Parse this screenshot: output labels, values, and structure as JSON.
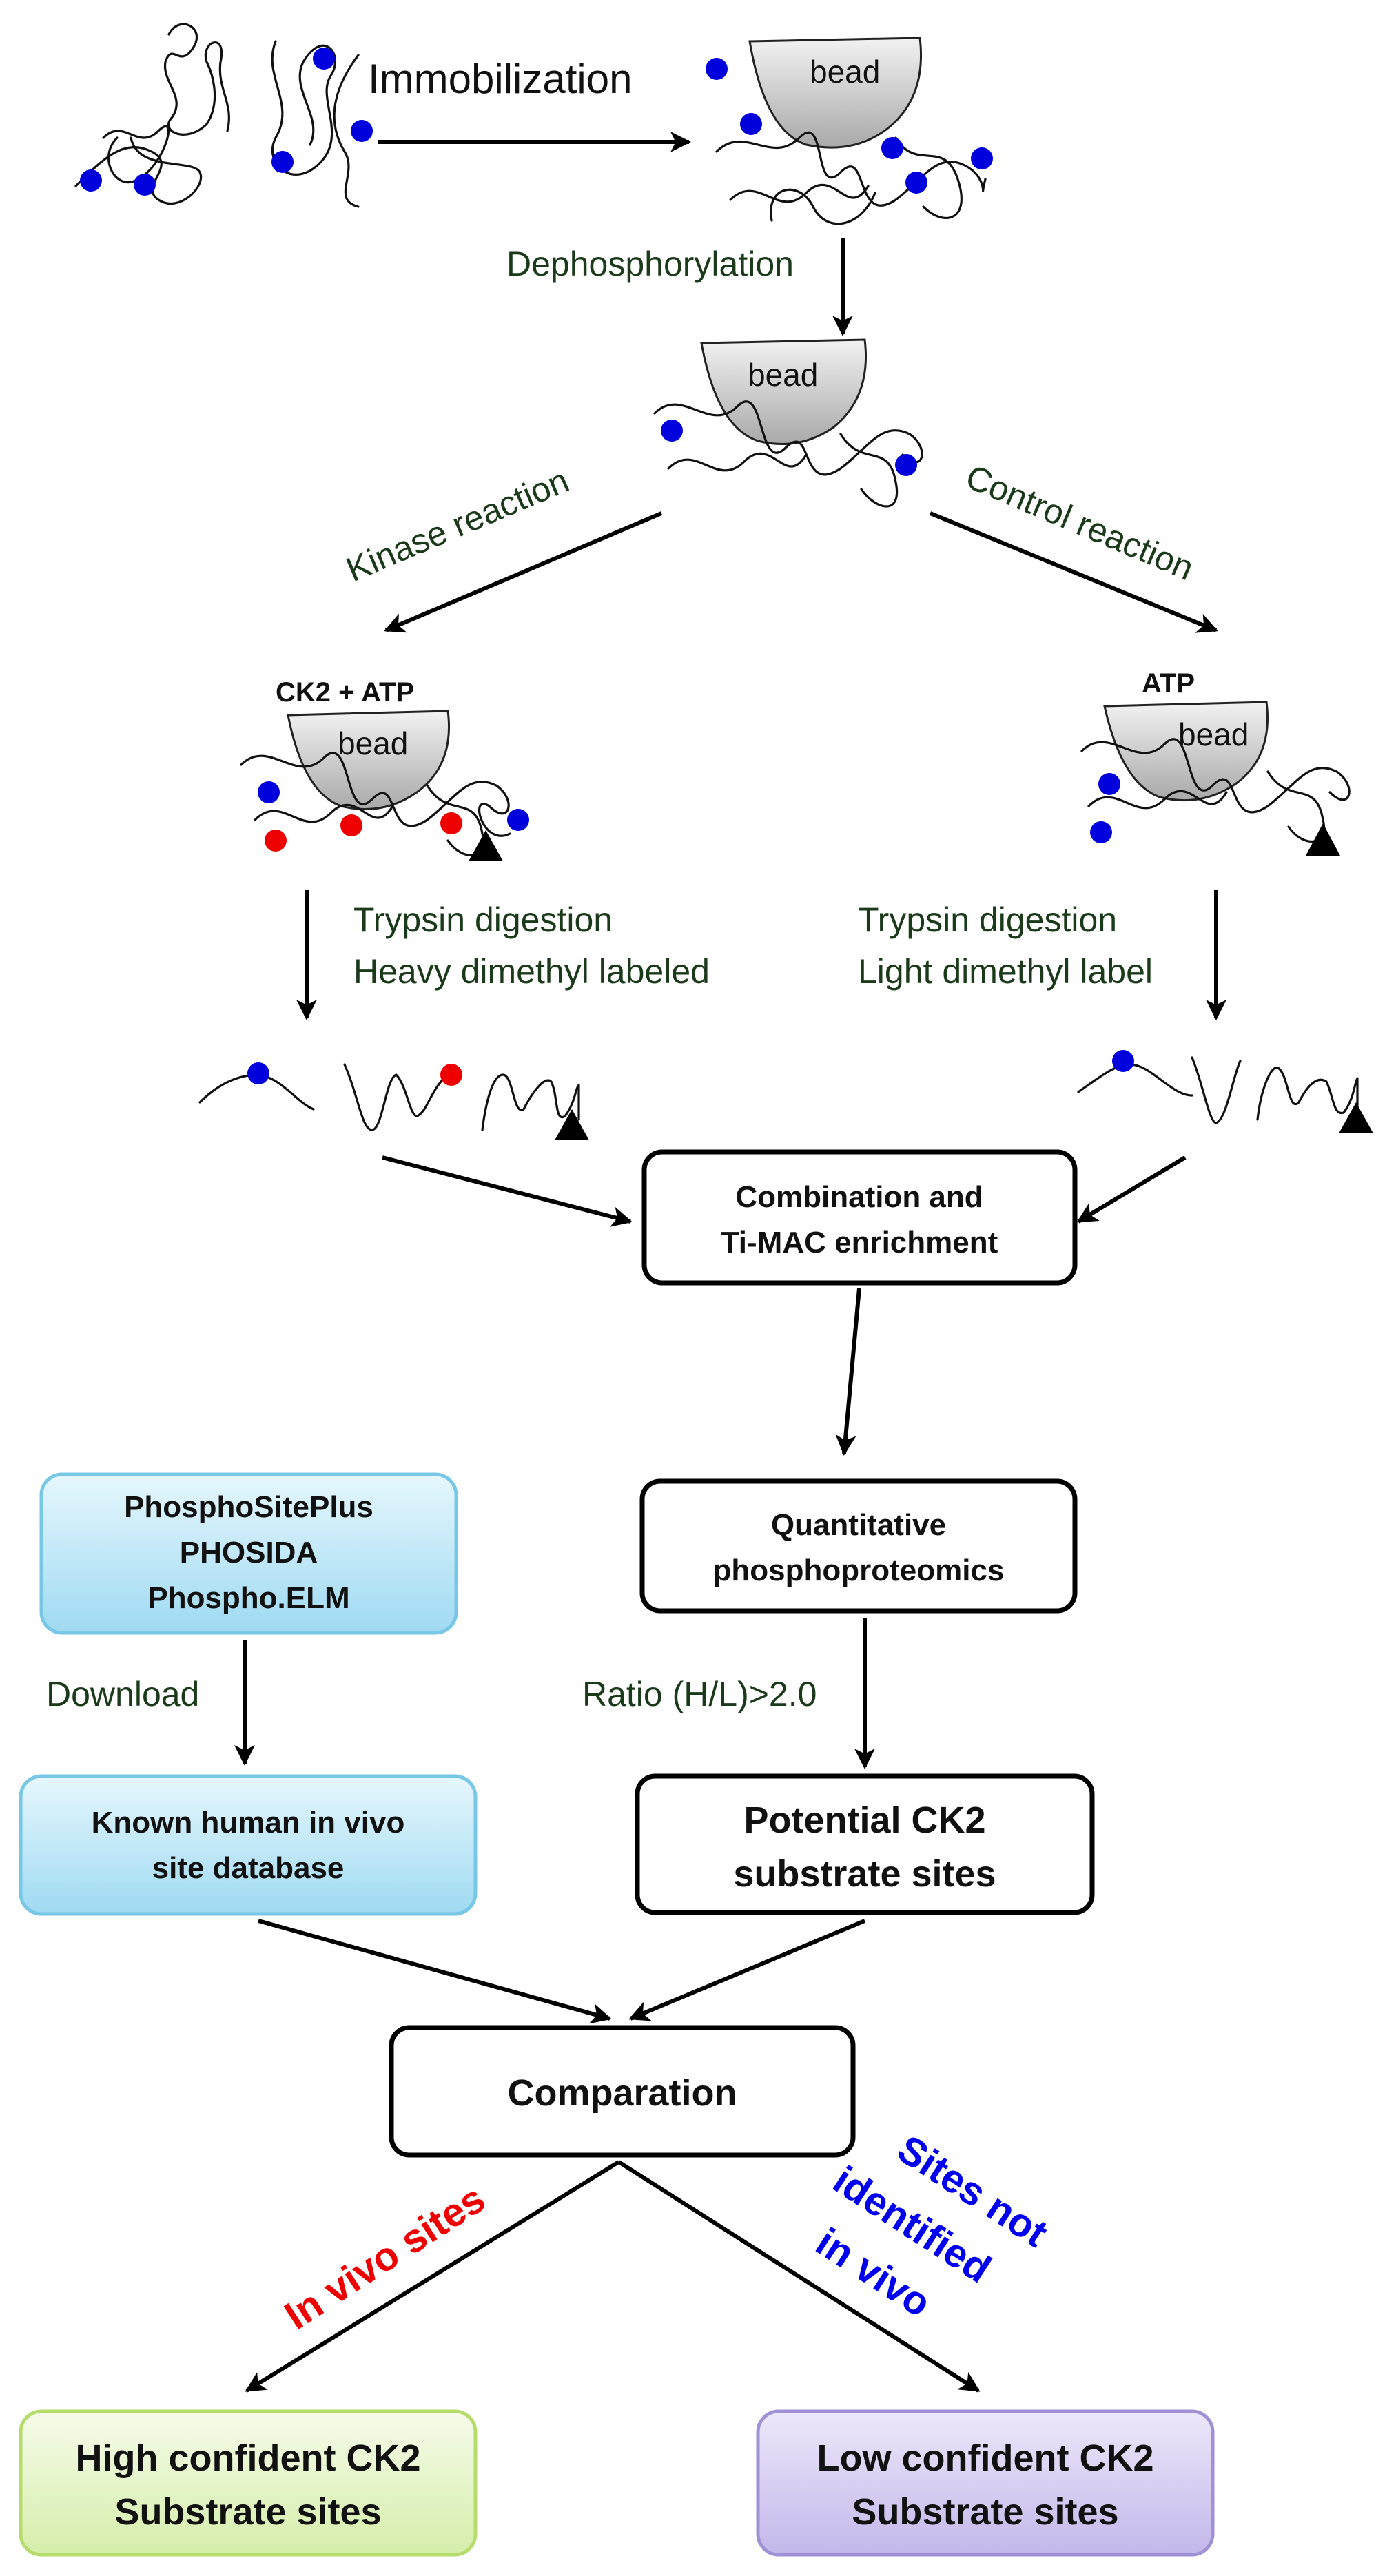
{
  "steps": {
    "immobilization": "Immobilization",
    "dephosphorylation": "Dephosphorylation",
    "kinase_reaction": "Kinase reaction",
    "control_reaction": "Control reaction",
    "kinase_condition": "CK2 + ATP",
    "control_condition": "ATP",
    "kinase_digest_1": "Trypsin digestion",
    "kinase_digest_2": "Heavy dimethyl labeled",
    "control_digest_1": "Trypsin  digestion",
    "control_digest_2": "Light dimethyl label",
    "download": "Download",
    "ratio": "Ratio (H/L)>2.0",
    "in_vivo_sites": "In vivo sites",
    "not_in_vivo_1": "Sites not",
    "not_in_vivo_2": "identified",
    "not_in_vivo_3": "in vivo"
  },
  "bead_label": "bead",
  "boxes": {
    "combination": [
      "Combination and",
      "Ti-MAC enrichment"
    ],
    "quantitative": [
      "Quantitative",
      "phosphoproteomics"
    ],
    "databases": [
      "PhosphoSitePlus",
      "PHOSIDA",
      "Phospho.ELM"
    ],
    "known_db": [
      "Known human in vivo",
      "site database"
    ],
    "potential": [
      "Potential CK2",
      "substrate sites"
    ],
    "comparation": [
      "Comparation"
    ],
    "high": [
      "High confident CK2",
      "Substrate sites"
    ],
    "low": [
      "Low confident CK2",
      "Substrate sites"
    ]
  },
  "colors": {
    "phospho_existing": "#0000dd",
    "phospho_new": "#ee0000",
    "in_vivo_text": "#ee0000",
    "not_in_vivo_text": "#0000ee",
    "db_box": "#bfe8f7",
    "high_box": "#e6f5c8",
    "low_box": "#d6cdf0",
    "bead": "#c8c8c8"
  }
}
